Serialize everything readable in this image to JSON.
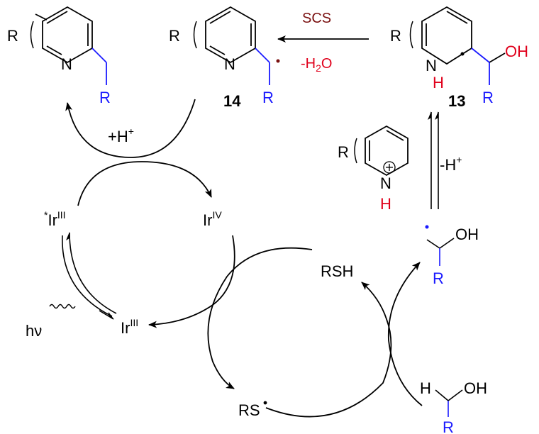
{
  "colors": {
    "black": "#000000",
    "blue": "#1a1aff",
    "red": "#e0001b",
    "darkred": "#7a1010"
  },
  "icons": {
    "plus_in_circle": "plus-circle-icon",
    "wavy_line": "wavy-arrow-icon",
    "radical_dot": "radical-dot-icon"
  },
  "labels": {
    "R_pyridine_product": "R",
    "N_pyridine_product": "N",
    "R_blue_product": "R",
    "R_pyridine_14": "R",
    "N_pyridine_14": "N",
    "R_blue_14": "R",
    "compound_14": "14",
    "R_pyridine_13": "R",
    "N_13": "N",
    "H_13": "H",
    "OH_13": "OH",
    "R_blue_13": "R",
    "compound_13": "13",
    "scs": "SCS",
    "minus_h2o_prefix": "-H",
    "minus_h2o_sub": "2",
    "minus_h2o_suffix": "O",
    "plus_h_main": "+H",
    "plus_h_sup": "+",
    "R_pyridinium": "R",
    "N_pyridinium": "N",
    "H_pyridinium": "H",
    "minus_h_main": "-H",
    "minus_h_sup": "+",
    "ir_excited_star": "*",
    "ir_excited_main": "Ir",
    "ir_excited_sup": "III",
    "ir_iv_main": "Ir",
    "ir_iv_sup": "IV",
    "ir_iii_main": "Ir",
    "ir_iii_sup": "III",
    "hv": "hν",
    "rsh": "RSH",
    "rs_main": "RS",
    "radical_OH": "OH",
    "radical_R": "R",
    "alcohol_H": "H",
    "alcohol_OH": "OH",
    "alcohol_R": "R"
  }
}
